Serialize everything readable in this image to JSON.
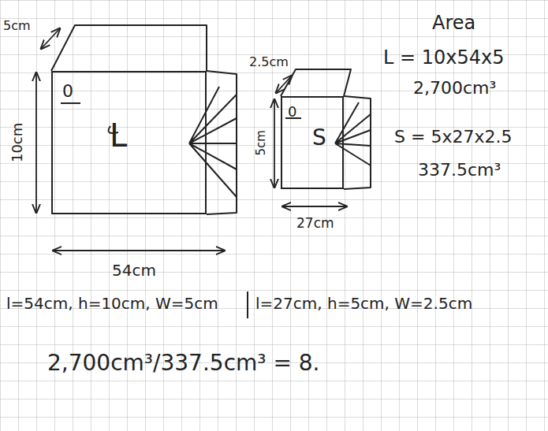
{
  "diagram": {
    "nodes": [
      {
        "text": [
          "0",
          "L"
        ]
      },
      {
        "text": [
          "0",
          "S"
        ]
      }
    ],
    "labels": [
      "5cm",
      "10cm",
      "54cm",
      "2.5cm",
      "5cm",
      "27cm",
      "Area",
      "L = 10x54x5",
      "2,700cm³",
      "S = 5x27x2.5",
      "337.5cm³",
      "l=54cm, h=10cm, W=5cm",
      "l=27cm, h=5cm, W=2.5cm",
      "2,700cm³/337.5cm³ = 8."
    ]
  }
}
